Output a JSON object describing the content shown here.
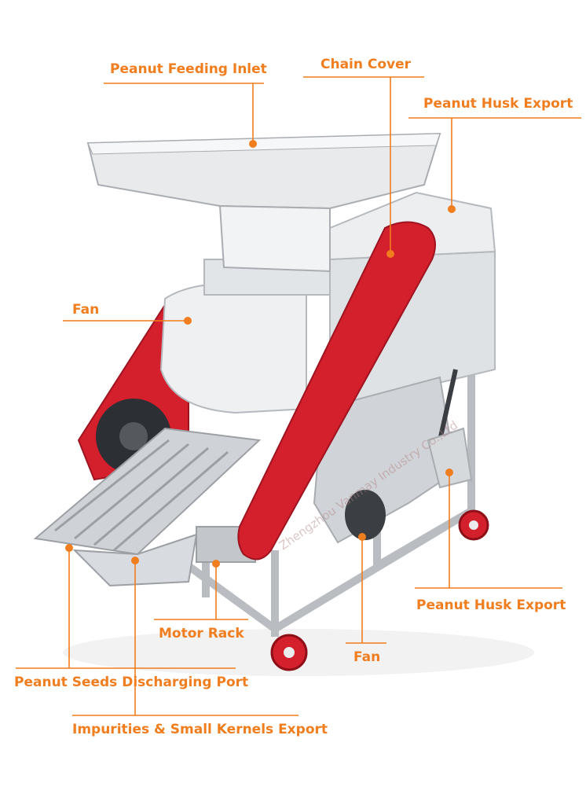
{
  "accent_color": "#f07d1e",
  "watermark": "Zhengzhou Vanmay Industry Co.,Ltd",
  "machine": {
    "body_color": "#e6e8ea",
    "frame_color": "#c9ccd0",
    "cover_color": "#d41f2c",
    "wheel_color": "#d41f2c"
  },
  "labels": {
    "feeding_inlet": "Peanut Feeding Inlet",
    "chain_cover": "Chain Cover",
    "husk_export_top": "Peanut Husk Export",
    "fan_left": "Fan",
    "husk_export_bottom": "Peanut Husk Export",
    "motor_rack": "Motor Rack",
    "fan_bottom": "Fan",
    "seeds_port": "Peanut Seeds Discharging Port",
    "impurities_export": "Impurities & Small Kernels Export"
  }
}
